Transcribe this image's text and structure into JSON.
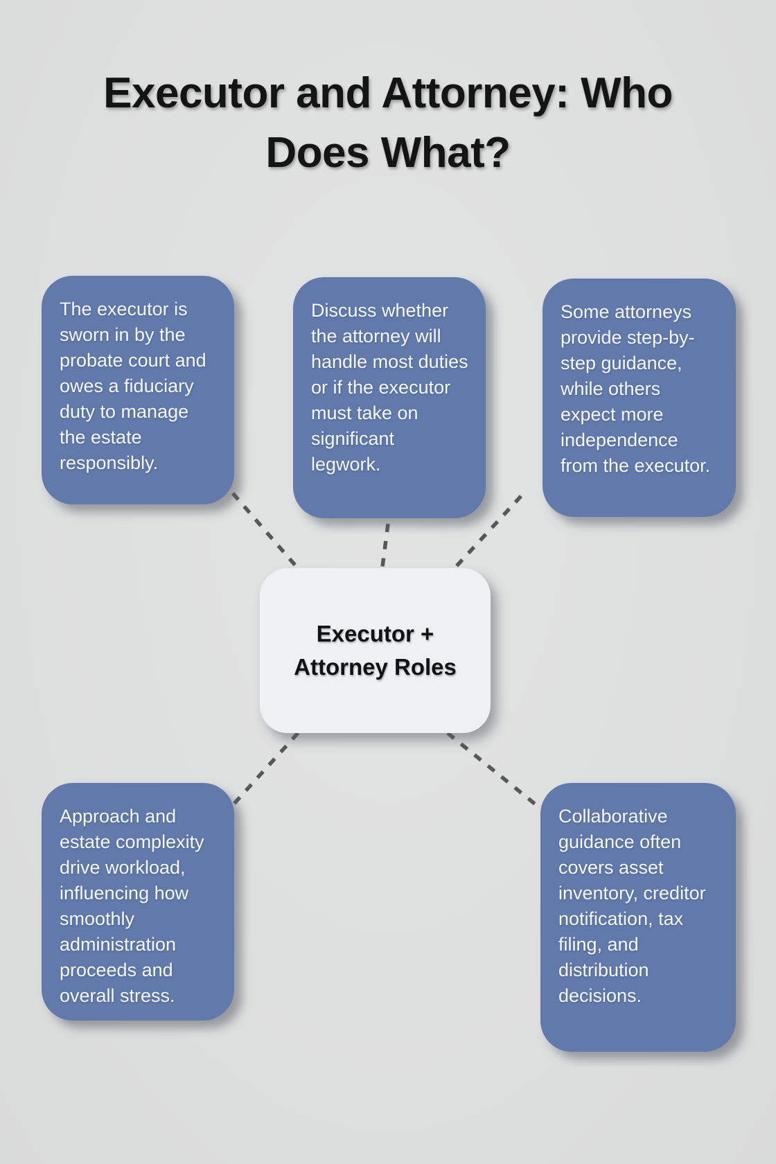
{
  "title": {
    "full": "Executor and Attorney: Who Does What?",
    "lines": [
      "Executor and Attorney: Who",
      "Does What?"
    ]
  },
  "center_node": {
    "label": "Executor + Attorney Roles",
    "lines": [
      "Executor +",
      "Attorney Roles"
    ]
  },
  "boxes": [
    {
      "id": "top-left",
      "text": "The executor is sworn in by the probate court and owes a fiduciary duty to manage the estate responsibly."
    },
    {
      "id": "top-middle",
      "text": "Discuss whether the attorney will handle most duties or if the executor must take on significant legwork."
    },
    {
      "id": "top-right",
      "text": "Some attorneys provide step-by-step guidance, while others expect more independence from the executor."
    },
    {
      "id": "bottom-left",
      "text": "Approach and estate complexity drive workload, influencing how smoothly administration proceeds and overall stress."
    },
    {
      "id": "bottom-right",
      "text": "Collaborative guidance often covers asset inventory, creditor notification, tax filing, and distribution decisions."
    }
  ],
  "colors": {
    "background": "#dedfdf",
    "box_fill": "#6179ab",
    "box_text": "#f6f8fb",
    "center_fill": "#eef0f2",
    "center_text": "#121212",
    "title_text": "#141414",
    "connector": "#565759"
  }
}
